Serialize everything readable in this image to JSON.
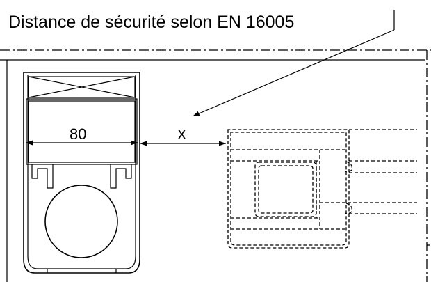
{
  "title": "Distance de sécurité selon EN 16005",
  "dimension_width": "80",
  "dimension_gap": "x"
}
